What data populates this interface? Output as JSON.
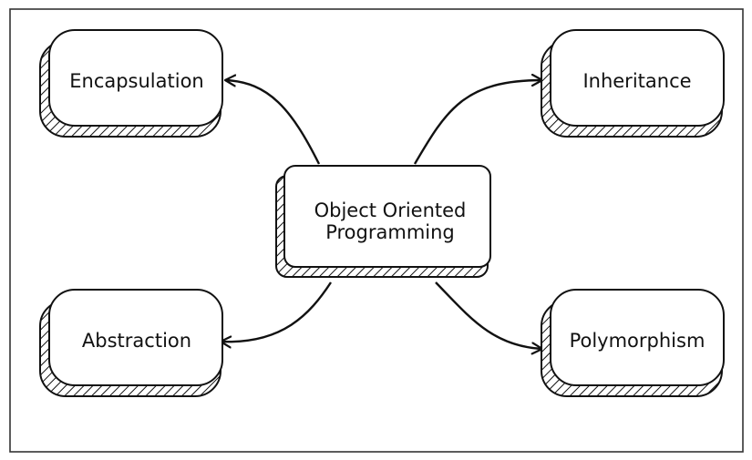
{
  "diagram": {
    "center": {
      "line1": "Object Oriented",
      "line2": "Programming"
    },
    "nodes": {
      "encapsulation": "Encapsulation",
      "inheritance": "Inheritance",
      "abstraction": "Abstraction",
      "polymorphism": "Polymorphism"
    },
    "colors": {
      "stroke": "#111111",
      "fill": "#ffffff",
      "border": "#333333"
    }
  }
}
